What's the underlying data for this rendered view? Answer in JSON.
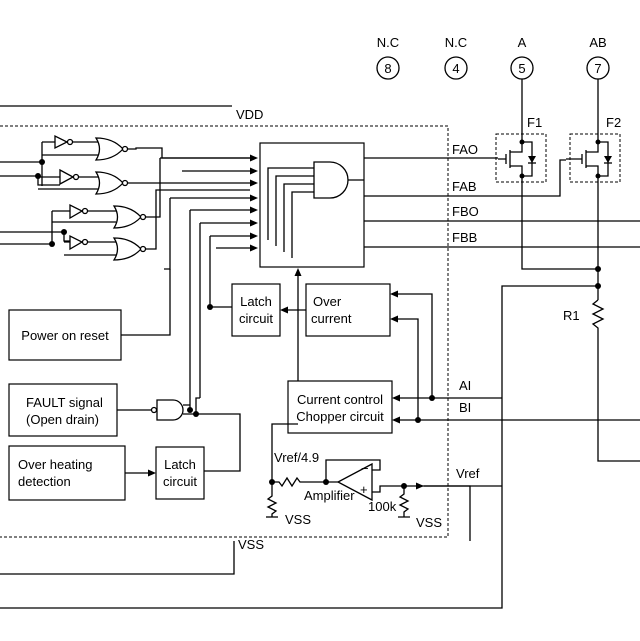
{
  "pins": [
    {
      "name": "N.C",
      "number": "8"
    },
    {
      "name": "N.C",
      "number": "4"
    },
    {
      "name": "A",
      "number": "5"
    },
    {
      "name": "AB",
      "number": "7"
    }
  ],
  "rails": {
    "vdd": "VDD",
    "vss_top": "VSS",
    "vss_sub": "VSS"
  },
  "blocks": {
    "power_on_reset": "Power on reset",
    "fault_line1": "FAULT signal",
    "fault_line2": "(Open drain)",
    "overheat_line1": "Over heating",
    "overheat_line2": "detection",
    "latch1_line1": "Latch",
    "latch1_line2": "circuit",
    "latch2_line1": "Latch",
    "latch2_line2": "circuit",
    "overcurrent_line1": "Over",
    "overcurrent_line2": "current",
    "current_control_line1": "Current control",
    "current_control_line2": "Chopper  circuit",
    "amplifier": "Amplifier"
  },
  "signals": {
    "fao": "FAO",
    "fab": "FAB",
    "fbo": "FBO",
    "fbb": "FBB",
    "ai": "AI",
    "bi": "BI",
    "vref": "Vref",
    "vref_div": "Vref/4.9"
  },
  "components": {
    "f1": "F1",
    "f2": "F2",
    "r1": "R1",
    "r100k": "100k"
  }
}
